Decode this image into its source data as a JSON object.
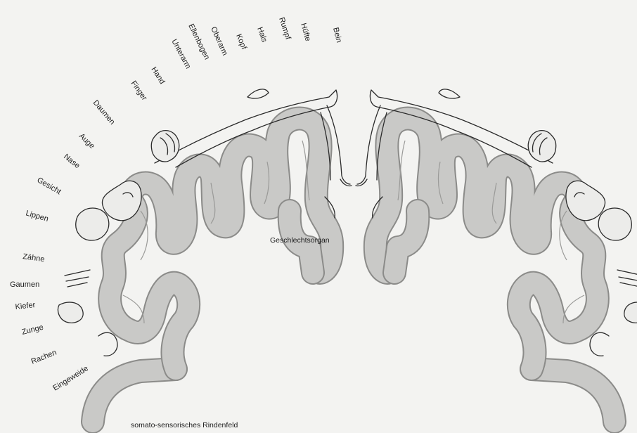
{
  "diagram": {
    "body_part_labels": [
      "Bein",
      "Hüfte",
      "Rumpf",
      "Hals",
      "Kopf",
      "Oberarm",
      "Ellenbogen",
      "Unterarm",
      "Hand",
      "Finger",
      "Daumen",
      "Auge",
      "Nase",
      "Gesicht",
      "Lippen",
      "Zähne",
      "Gaumen",
      "Kiefer",
      "Zunge",
      "Rachen",
      "Eingeweide"
    ],
    "center_label": "Geschlechtsorgan",
    "bottom_label": "somato-sensorisches Rindenfeld"
  }
}
